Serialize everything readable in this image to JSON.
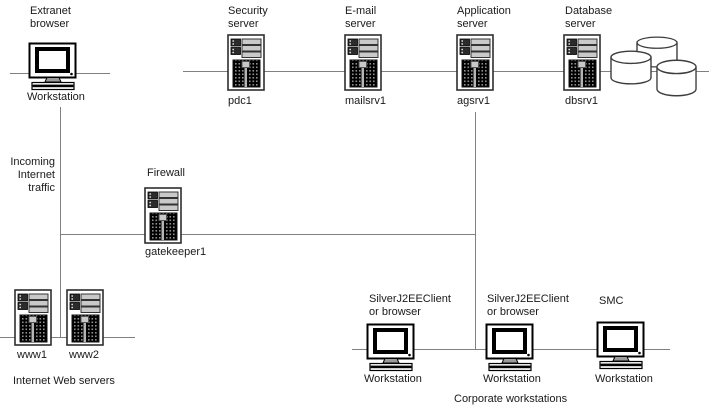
{
  "palette": {
    "link_line": "#808080",
    "text": "#1a1a1a",
    "server_slat": "#c9c9c9",
    "server_panel": "#000000"
  },
  "icons": {
    "server": "server-tower-icon",
    "workstation": "crt-monitor-icon",
    "database": "database-cylinder-icon"
  },
  "nodes": {
    "extranet": {
      "title": "Extranet\nbrowser",
      "caption": "Workstation"
    },
    "security": {
      "title": "Security\nserver",
      "caption": "pdc1"
    },
    "email": {
      "title": "E-mail\nserver",
      "caption": "mailsrv1"
    },
    "application": {
      "title": "Application\nserver",
      "caption": "agsrv1"
    },
    "database": {
      "title": "Database\nserver",
      "caption": "dbsrv1"
    },
    "firewall": {
      "title": "Firewall",
      "caption": "gatekeeper1"
    },
    "www1": {
      "caption": "www1"
    },
    "www2": {
      "caption": "www2"
    },
    "corp_ws1": {
      "title": "SilverJ2EEClient\nor browser",
      "caption": "Workstation"
    },
    "corp_ws2": {
      "title": "SilverJ2EEClient\nor browser",
      "caption": "Workstation"
    },
    "smc": {
      "title": "SMC",
      "caption": "Workstation"
    }
  },
  "annotations": {
    "incoming_traffic": "Incoming\nInternet\ntraffic",
    "web_servers": "Internet Web servers",
    "corporate_workstations": "Corporate workstations"
  }
}
